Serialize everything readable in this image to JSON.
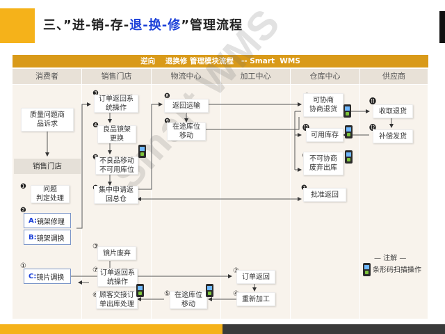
{
  "title": {
    "part1": "三、”进-销-存-",
    "part2": "退-换-修",
    "part3": "”管理流程"
  },
  "header_bar": "逆向    退换修 管理模块流程   -- Smart  WMS",
  "lanes": [
    "消费者",
    "销售门店",
    "物流中心",
    "加工中心",
    "仓库中心",
    "供应商"
  ],
  "watermark": "Smart WMS",
  "consumer": {
    "complaint": "质量问题商\n品诉求",
    "store_label": "销售门店",
    "step1": "问题\n判定处理",
    "step1_num": "❶",
    "step2_num": "❷",
    "option_a_prefix": "A:",
    "option_a": "镜架修理",
    "option_b_prefix": "B:",
    "option_b": "镜架调换",
    "option_c_num": "①",
    "option_c_prefix": "C:",
    "option_c": "镜片调换"
  },
  "store": {
    "n3": "❸",
    "s3": "订单返回系\n统操作",
    "n4": "❹",
    "s4": "良品镜架\n更换",
    "n5": "❺",
    "s5": "不良品移动\n不可用库位",
    "n6": "❻",
    "s6": "集中申请返\n回总仓",
    "c3": "③",
    "c3t": "镜片废弃",
    "c7": "⑦",
    "c7t": "订单返回系\n统操作",
    "c6": "⑥",
    "c6t": "顾客交接订\n单出库处理"
  },
  "logistics": {
    "n8": "❽",
    "s8": "返回运输",
    "n9": "❾",
    "s9": "在途库位\n移动",
    "c5": "⑤",
    "c5t": "在途库位\n移动"
  },
  "processing": {
    "c3": "③",
    "c3t": "订单返回",
    "c4": "④",
    "c4t": "重新加工"
  },
  "warehouse": {
    "n10": "❿",
    "s10": "可协商\n协商退货",
    "n13": "⓭",
    "s13": "可用库存",
    "n14": "⓮",
    "s14": "不可协商\n废弃出库",
    "n7": "❼",
    "s7": "批准返回"
  },
  "supplier": {
    "n11": "⓫",
    "s11": "收取退货",
    "n12": "⓬",
    "s12": "补偿发货",
    "note_title": "— 注解 —",
    "note_text": "条形码扫描操作"
  },
  "colors": {
    "accent": "#f5b21a",
    "header": "#d99a19",
    "highlight": "#1a3fd8",
    "lane_bg": "#f8f3ec",
    "footer_dark": "#3a3a3a"
  }
}
